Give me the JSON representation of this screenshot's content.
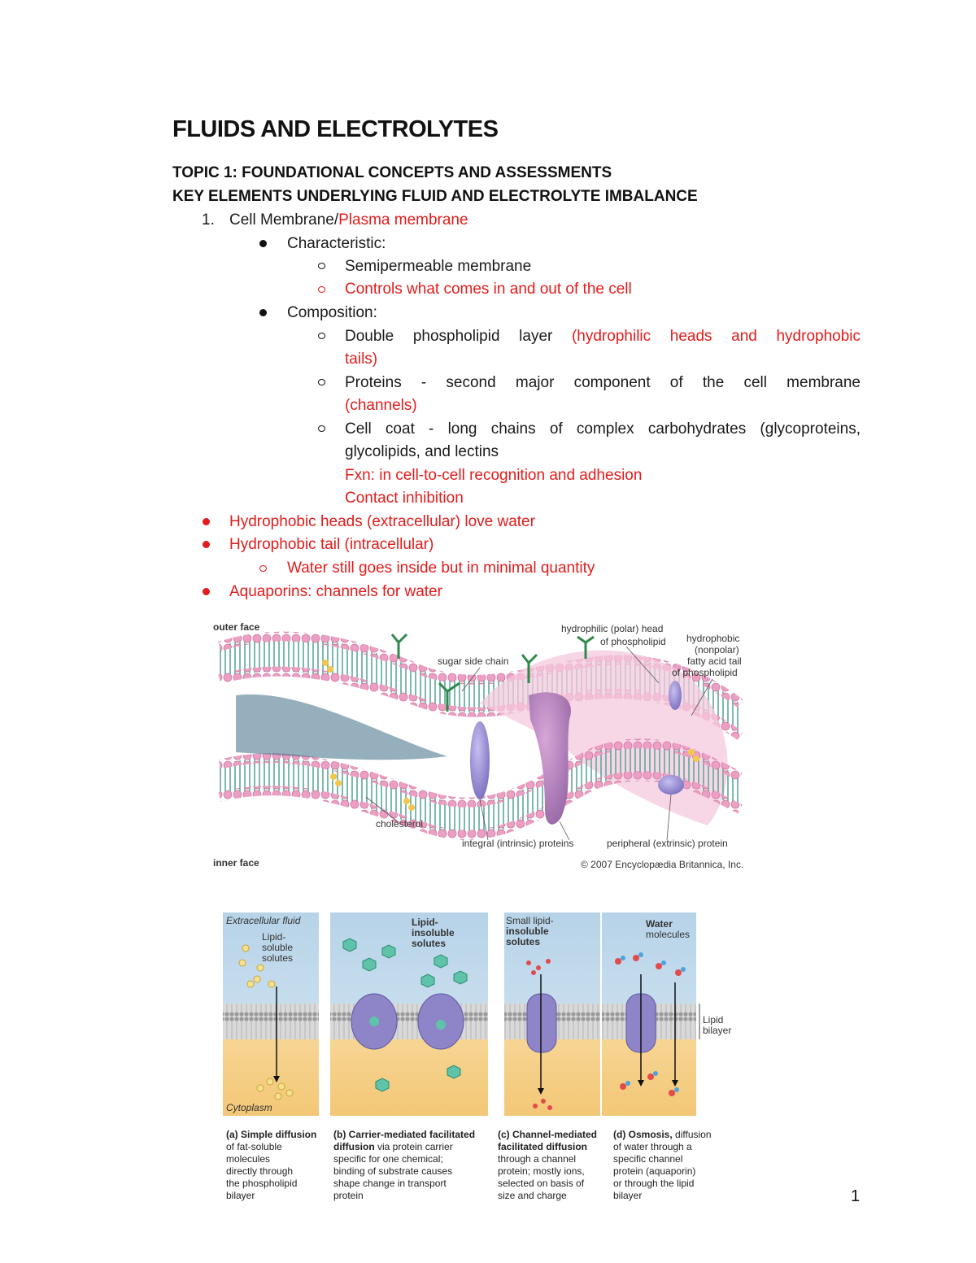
{
  "title": "FLUIDS AND ELECTROLYTES",
  "topic": "TOPIC 1: FOUNDATIONAL CONCEPTS AND ASSESSMENTS",
  "key_elements": "KEY ELEMENTS UNDERLYING FLUID AND ELECTROLYTE IMBALANCE",
  "outline": {
    "item1_num": "1.",
    "item1_black": "Cell Membrane/",
    "item1_red": "Plasma membrane",
    "characteristic": "Characteristic:",
    "semipermeable": "Semipermeable membrane",
    "controls": "Controls what comes in and out of the cell",
    "composition": "Composition:",
    "double_black": "Double phospholipid layer",
    "double_red_1": "(hydrophilic heads and hydrophobic",
    "double_red_2": "tails)",
    "proteins_black": "Proteins - second major component of the cell membrane",
    "proteins_red": "(channels)",
    "coat_1": "Cell coat - long chains of complex carbohydrates (glycoproteins,",
    "coat_2": "glycolipids, and lectins",
    "fxn": "Fxn: in cell-to-cell recognition and adhesion",
    "contact": "Contact inhibition",
    "heads": "Hydrophobic heads (extracellular) love water",
    "tail": "Hydrophobic tail (intracellular)",
    "water_inside": "Water still goes inside but in minimal quantity",
    "aquaporins": "Aquaporins: channels for water"
  },
  "figure1": {
    "outer_face": "outer face",
    "inner_face": "inner face",
    "sugar": "sugar side chain",
    "hydrophilic_1": "hydrophilic (polar) head",
    "hydrophilic_2": "of phospholipid",
    "hydrophobic_1": "hydrophobic",
    "hydrophobic_2": "(nonpolar)",
    "hydrophobic_3": "fatty acid tail",
    "hydrophobic_4": "of phospholipid",
    "cholesterol": "cholesterol",
    "integral": "integral (intrinsic) proteins",
    "peripheral": "peripheral (extrinsic) protein",
    "copyright": "© 2007 Encyclopædia Britannica, Inc."
  },
  "figure2": {
    "extracellular": "Extracellular fluid",
    "cytoplasm": "Cytoplasm",
    "lipid_soluble_1": "Lipid-",
    "lipid_soluble_2": "soluble",
    "lipid_soluble_3": "solutes",
    "insoluble_1": "Lipid-",
    "insoluble_2": "insoluble",
    "insoluble_3": "solutes",
    "small_1": "Small lipid-",
    "small_2": "insoluble",
    "small_3": "solutes",
    "water_1": "Water",
    "water_2": "molecules",
    "bilayer_1": "Lipid",
    "bilayer_2": "bilayer",
    "cap_a_bold": "(a) Simple diffusion",
    "cap_a_1": "of fat-soluble",
    "cap_a_2": "molecules",
    "cap_a_3": "directly through",
    "cap_a_4": "the phospholipid",
    "cap_a_5": "bilayer",
    "cap_b_bold": "(b) Carrier-mediated facilitated",
    "cap_b_bold2": "diffusion",
    "cap_b_1": " via protein carrier",
    "cap_b_2": "specific for one chemical;",
    "cap_b_3": "binding of substrate causes",
    "cap_b_4": "shape change in transport",
    "cap_b_5": "protein",
    "cap_c_bold": "(c) Channel-mediated",
    "cap_c_bold2": "facilitated diffusion",
    "cap_c_1": "through a channel",
    "cap_c_2": "protein; mostly ions,",
    "cap_c_3": "selected on basis of",
    "cap_c_4": "size and charge",
    "cap_d_bold": "(d) Osmosis,",
    "cap_d_0": " diffusion",
    "cap_d_1": "of water through a",
    "cap_d_2": "specific channel",
    "cap_d_3": "protein (aquaporin)",
    "cap_d_4": "or through the lipid",
    "cap_d_5": "bilayer"
  },
  "page_number": "1",
  "colors": {
    "red": "#e31b1b",
    "membrane_head": "#e9a3c3",
    "tail": "#5fa8a0",
    "protein": "#8e84c8"
  }
}
